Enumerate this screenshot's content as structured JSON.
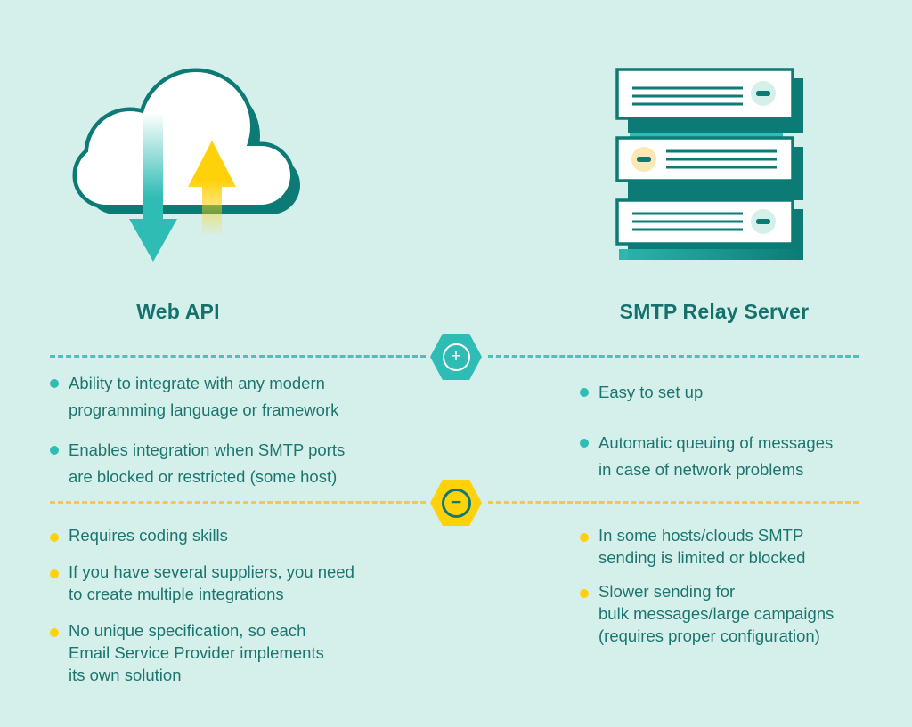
{
  "columns": {
    "left": {
      "title": "Web API",
      "pros": [
        "Ability to integrate with any modern\nprogramming language or framework",
        "Enables integration when SMTP ports\nare blocked or restricted (some host)"
      ],
      "cons": [
        "Requires coding skills",
        "If you have several suppliers, you need\nto create multiple integrations",
        "No unique specification, so each\nEmail Service Provider implements\nits own solution"
      ]
    },
    "right": {
      "title": "SMTP Relay Server",
      "pros": [
        "Easy to set up",
        "Automatic queuing of messages\nin case of network problems"
      ],
      "cons": [
        "In some hosts/clouds SMTP\nsending is limited or blocked",
        "Slower sending for\nbulk messages/large campaigns\n(requires proper configuration)"
      ]
    }
  },
  "dividers": {
    "pros_symbol": "+",
    "cons_symbol": "−"
  },
  "icons": {
    "left": "cloud-upload-download-icon",
    "right": "server-stack-icon",
    "pros": "plus-hexagon-icon",
    "cons": "minus-hexagon-icon"
  },
  "colors": {
    "background": "#d5f0ea",
    "teal_dark": "#0c7a75",
    "teal_bright": "#2fbcb4",
    "teal_text": "#1d756f",
    "teal_dash": "#49c2ba",
    "yellow": "#ffd10a",
    "yellow_dash": "#f2cd33",
    "cream": "#fae9b4",
    "white": "#ffffff"
  }
}
